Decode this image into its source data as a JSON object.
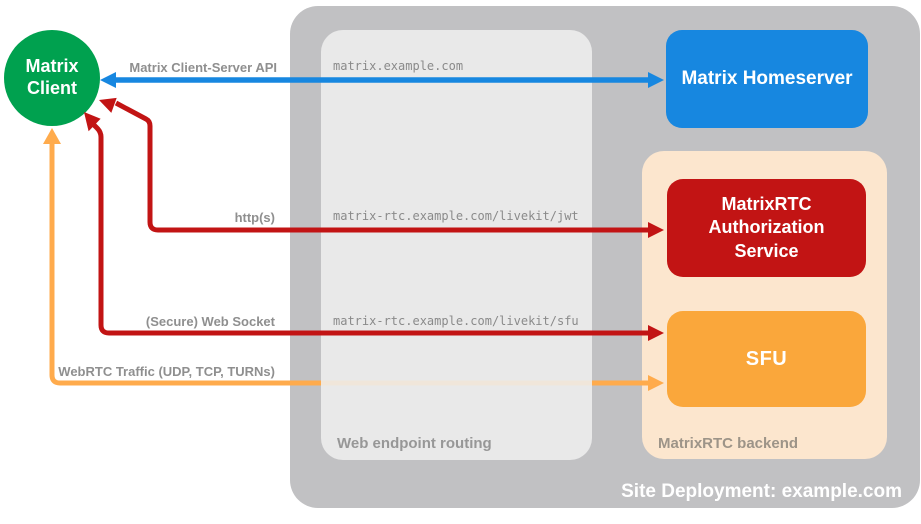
{
  "deployment": {
    "title": "Site Deployment: example.com"
  },
  "client": {
    "label": "Matrix Client"
  },
  "homeserver": {
    "label": "Matrix Homeserver"
  },
  "routing": {
    "label": "Web endpoint routing",
    "endpoints": [
      "matrix.example.com",
      "matrix-rtc.example.com/livekit/jwt",
      "matrix-rtc.example.com/livekit/sfu"
    ]
  },
  "backend": {
    "label": "MatrixRTC backend",
    "auth_service_label": "MatrixRTC Authorization Service",
    "sfu_label": "SFU"
  },
  "connections": {
    "client_server_api": "Matrix Client-Server API",
    "https": "http(s)",
    "websocket": "(Secure) Web Socket",
    "webrtc": "WebRTC Traffic (UDP, TCP, TURNs)"
  },
  "colors": {
    "client_green": "#00A14F",
    "homeserver_blue": "#1787E0",
    "auth_red": "#C21414",
    "sfu_orange": "#FAA73B",
    "webrtc_arrow_orange": "#FFAB4C",
    "backend_peach": "#FCE6CE",
    "container_gray": "#C1C1C3",
    "routing_gray": "#E8E8E8",
    "label_gray": "#8F8F8F"
  }
}
